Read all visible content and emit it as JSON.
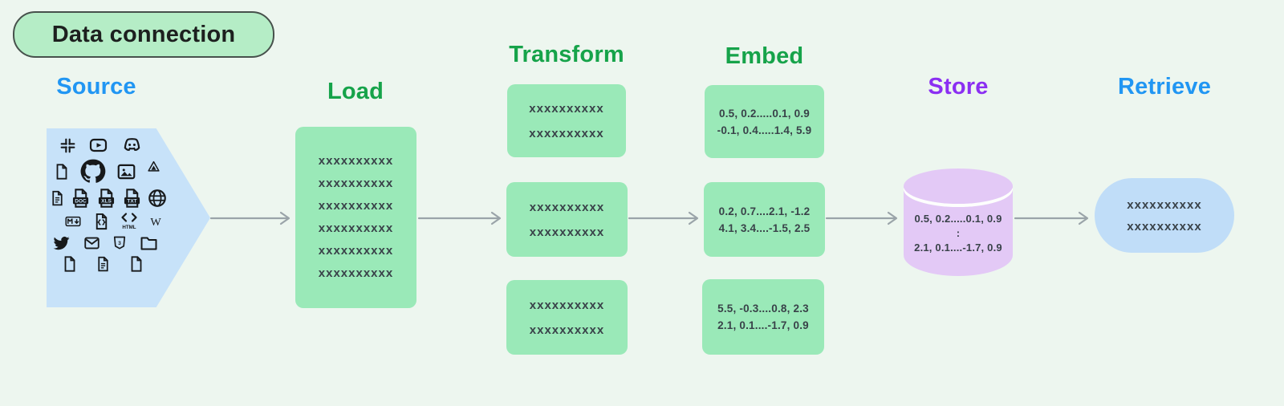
{
  "badge": {
    "label": "Data connection"
  },
  "colors": {
    "bg": "#edf6ef",
    "badge-fill": "#b5edc6",
    "badge-border": "#47514c",
    "badge-text": "#1d201f",
    "box-green": "#9ae9b8",
    "label-green": "#16a34a",
    "label-blue": "#2196f3",
    "label-purple": "#8b2ff2",
    "shape-blue": "#c7e2f9",
    "retrieve-blue": "#c0ddf8",
    "cylinder-purple": "#e3c9f6",
    "box-text": "#394249",
    "arrow-gray": "#9aa4a9",
    "icon-black": "#17191b"
  },
  "stages": {
    "source": {
      "label": "Source",
      "icon_rows": [
        [
          {
            "name": "slack",
            "shape": "slack"
          },
          {
            "name": "youtube",
            "shape": "youtube"
          },
          {
            "name": "discord",
            "shape": "discord"
          }
        ],
        [
          {
            "name": "file",
            "shape": "file"
          },
          {
            "name": "github",
            "shape": "github"
          },
          {
            "name": "image",
            "shape": "image"
          },
          {
            "name": "google-drive",
            "shape": "gdrive"
          }
        ],
        [
          {
            "name": "document",
            "shape": "filelines"
          },
          {
            "name": "doc-file",
            "shape": "filetag",
            "label": "DOC"
          },
          {
            "name": "xls-file",
            "shape": "filetag",
            "label": "XLS"
          },
          {
            "name": "txt-file",
            "shape": "filetag",
            "label": "TXT"
          },
          {
            "name": "web-globe",
            "shape": "globe"
          }
        ],
        [
          {
            "name": "markdown",
            "shape": "markdown"
          },
          {
            "name": "json-file",
            "shape": "jsonfile"
          },
          {
            "name": "html",
            "shape": "html",
            "label": "HTML"
          },
          {
            "name": "wikipedia",
            "shape": "wikipedia",
            "label": "W"
          }
        ],
        [
          {
            "name": "twitter",
            "shape": "twitter"
          },
          {
            "name": "email",
            "shape": "email"
          },
          {
            "name": "css",
            "shape": "css",
            "label": "3"
          },
          {
            "name": "folder",
            "shape": "folder"
          }
        ],
        [
          {
            "name": "file",
            "shape": "file"
          },
          {
            "name": "document",
            "shape": "filelines"
          },
          {
            "name": "file",
            "shape": "file"
          }
        ]
      ]
    },
    "load": {
      "label": "Load",
      "lines": [
        "xxxxxxxxxx",
        "xxxxxxxxxx",
        "xxxxxxxxxx",
        "xxxxxxxxxx",
        "xxxxxxxxxx",
        "xxxxxxxxxx"
      ]
    },
    "transform": {
      "label": "Transform",
      "boxes": [
        [
          "xxxxxxxxxx",
          "xxxxxxxxxx"
        ],
        [
          "xxxxxxxxxx",
          "xxxxxxxxxx"
        ],
        [
          "xxxxxxxxxx",
          "xxxxxxxxxx"
        ]
      ]
    },
    "embed": {
      "label": "Embed",
      "boxes": [
        [
          "0.5, 0.2.....0.1, 0.9",
          "-0.1, 0.4.....1.4, 5.9"
        ],
        [
          "0.2, 0.7....2.1, -1.2",
          "4.1, 3.4....-1.5, 2.5"
        ],
        [
          "5.5, -0.3....0.8, 2.3",
          "2.1, 0.1....-1.7, 0.9"
        ]
      ]
    },
    "store": {
      "label": "Store",
      "lines": [
        "0.5, 0.2.....0.1, 0.9",
        ":",
        "2.1, 0.1....-1.7, 0.9"
      ]
    },
    "retrieve": {
      "label": "Retrieve",
      "lines": [
        "xxxxxxxxxx",
        "xxxxxxxxxx"
      ]
    }
  }
}
